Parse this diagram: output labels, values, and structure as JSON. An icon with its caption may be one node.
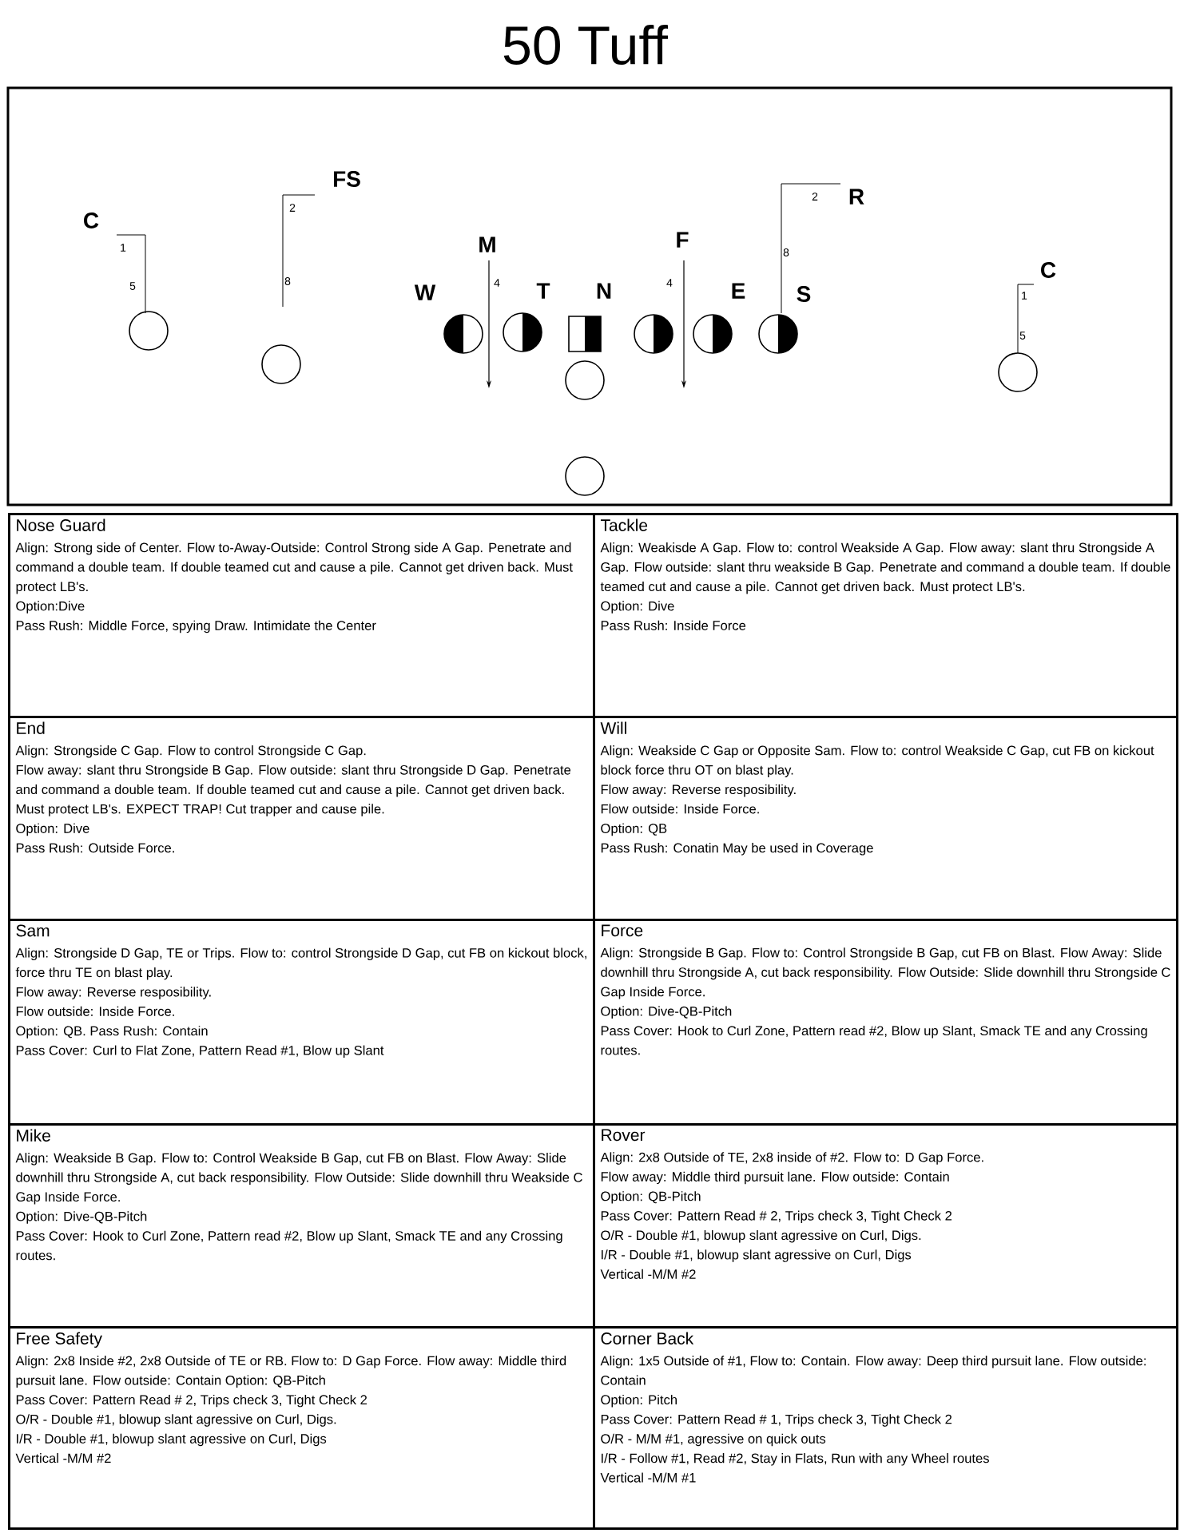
{
  "diagram": {
    "title": "50 Tuff",
    "nodes": [
      {
        "text": [],
        "shape": "circle"
      },
      {
        "text": [],
        "shape": "circle"
      },
      {
        "text": [
          "W"
        ]
      },
      {
        "text": [
          "T"
        ]
      },
      {
        "text": [
          "N"
        ]
      },
      {
        "text": [],
        "shape": "circle"
      },
      {
        "text": [
          "E"
        ]
      },
      {
        "text": [
          "S"
        ]
      },
      {
        "text": [],
        "shape": "circle"
      },
      {
        "text": [],
        "shape": "circle"
      },
      {
        "text": [],
        "shape": "circle"
      },
      {
        "text": [
          "Nose Guard",
          "Align: Strong side of Center.  Flow to-Away-Outside: Control Strong side A Gap.  Penetrate and command a double team.  If double teamed cut and cause a pile.  Cannot get driven back. Must protect LB's.",
          "Option:Dive",
          "Pass Rush: Middle Force, spying Draw. Intimidate the Center"
        ]
      },
      {
        "text": [
          "Tackle",
          "Align: Weakisde A Gap.  Flow to: control Weakside A Gap.  Flow away: slant thru Strongside A Gap.  Flow outside: slant thru weakside B Gap.  Penetrate and command a double team.  If double teamed cut and cause a pile.  Cannot get driven back. Must protect LB's.",
          "Option: Dive",
          "Pass Rush: Inside Force"
        ]
      },
      {
        "text": [
          "End",
          "Align: Strongside C Gap.  Flow to control Strongside C Gap.",
          "Flow away: slant thru Strongside B Gap.  Flow outside: slant thru Strongside D Gap.  Penetrate and command a double team.  If double teamed cut and cause a pile.  Cannot get driven back.  Must protect LB's.  EXPECT TRAP!  Cut trapper and cause pile.",
          "Option: Dive",
          "Pass Rush: Outside Force."
        ]
      },
      {
        "text": [
          "Will",
          "Align: Weakside C Gap or Opposite Sam.  Flow to: control Weakside C Gap, cut FB on kickout block force thru OT on blast play.",
          "Flow away: Reverse resposibility.",
          "Flow outside: Inside Force.",
          "Option: QB",
          "Pass Rush: Conatin May be used in Coverage"
        ]
      },
      {
        "text": [
          "Sam",
          "Align: Strongside D Gap, TE or Trips.  Flow to: control Strongside D Gap, cut FB on kickout block, force thru TE on blast play.",
          "Flow away: Reverse resposibility.",
          "Flow outside: Inside Force.",
          "Option: QB.  Pass Rush: Contain",
          "Pass Cover: Curl to Flat Zone, Pattern Read #1, Blow up Slant"
        ]
      },
      {
        "text": [
          "Force",
          "Align: Strongside B Gap. Flow to: Control Strongside B Gap, cut FB on Blast. Flow Away: Slide downhill thru Strongside A, cut back responsibility.  Flow Outside: Slide downhill thru Strongside C Gap Inside Force.",
          "Option: Dive-QB-Pitch",
          "Pass Cover: Hook to Curl Zone, Pattern read #2, Blow up Slant, Smack TE and any Crossing routes."
        ]
      },
      {
        "text": [
          "Mike",
          "Align: Weakside B Gap. Flow to: Control Weakside B Gap, cut FB on Blast. Flow Away: Slide downhill thru Strongside A, cut back responsibility.  Flow Outside: Slide downhill thru Weakside C Gap Inside Force.",
          "Option: Dive-QB-Pitch",
          "Pass Cover: Hook to Curl Zone, Pattern read #2, Blow up Slant, Smack TE and any Crossing routes."
        ]
      },
      {
        "text": [
          "Rover",
          "Align: 2x8 Outside of TE, 2x8 inside of #2.  Flow to: D Gap Force.",
          "Flow away: Middle third pursuit lane.  Flow outside: Contain",
          "Option: QB-Pitch",
          "Pass Cover: Pattern Read # 2, Trips check 3, Tight Check 2",
          "O/R - Double #1, blowup slant agressive on Curl, Digs.",
          "I/R - Double #1, blowup slant agressive on Curl, Digs",
          "Vertical -M/M #2"
        ]
      },
      {
        "text": [
          "Free Safety",
          "Align: 2x8 Inside #2, 2x8 Outside of TE or RB.  Flow to: D Gap Force.  Flow away: Middle third pursuit lane.  Flow outside: Contain Option: QB-Pitch",
          "Pass Cover: Pattern Read # 2, Trips check 3, Tight Check 2",
          "O/R - Double #1, blowup slant agressive on Curl, Digs.",
          "I/R - Double #1, blowup slant agressive on Curl, Digs",
          "Vertical -M/M #2"
        ]
      },
      {
        "text": [
          "Corner Back",
          "Align: 1x5 Outside of #1,   Flow to: Contain.  Flow away: Deep third pursuit lane.  Flow outside: Contain",
          "Option: Pitch",
          "Pass Cover: Pattern Read # 1, Trips check 3, Tight Check 2",
          "O/R - M/M #1, agressive on quick outs",
          "I/R - Follow #1, Read #2,  Stay in Flats, Run with any Wheel routes",
          "Vertical -M/M #1"
        ]
      }
    ],
    "labels": [
      "C",
      "1",
      "5",
      "FS",
      "2",
      "8",
      "M",
      "4",
      "F",
      "4",
      "R",
      "2",
      "8",
      "C",
      "1",
      "5"
    ]
  }
}
